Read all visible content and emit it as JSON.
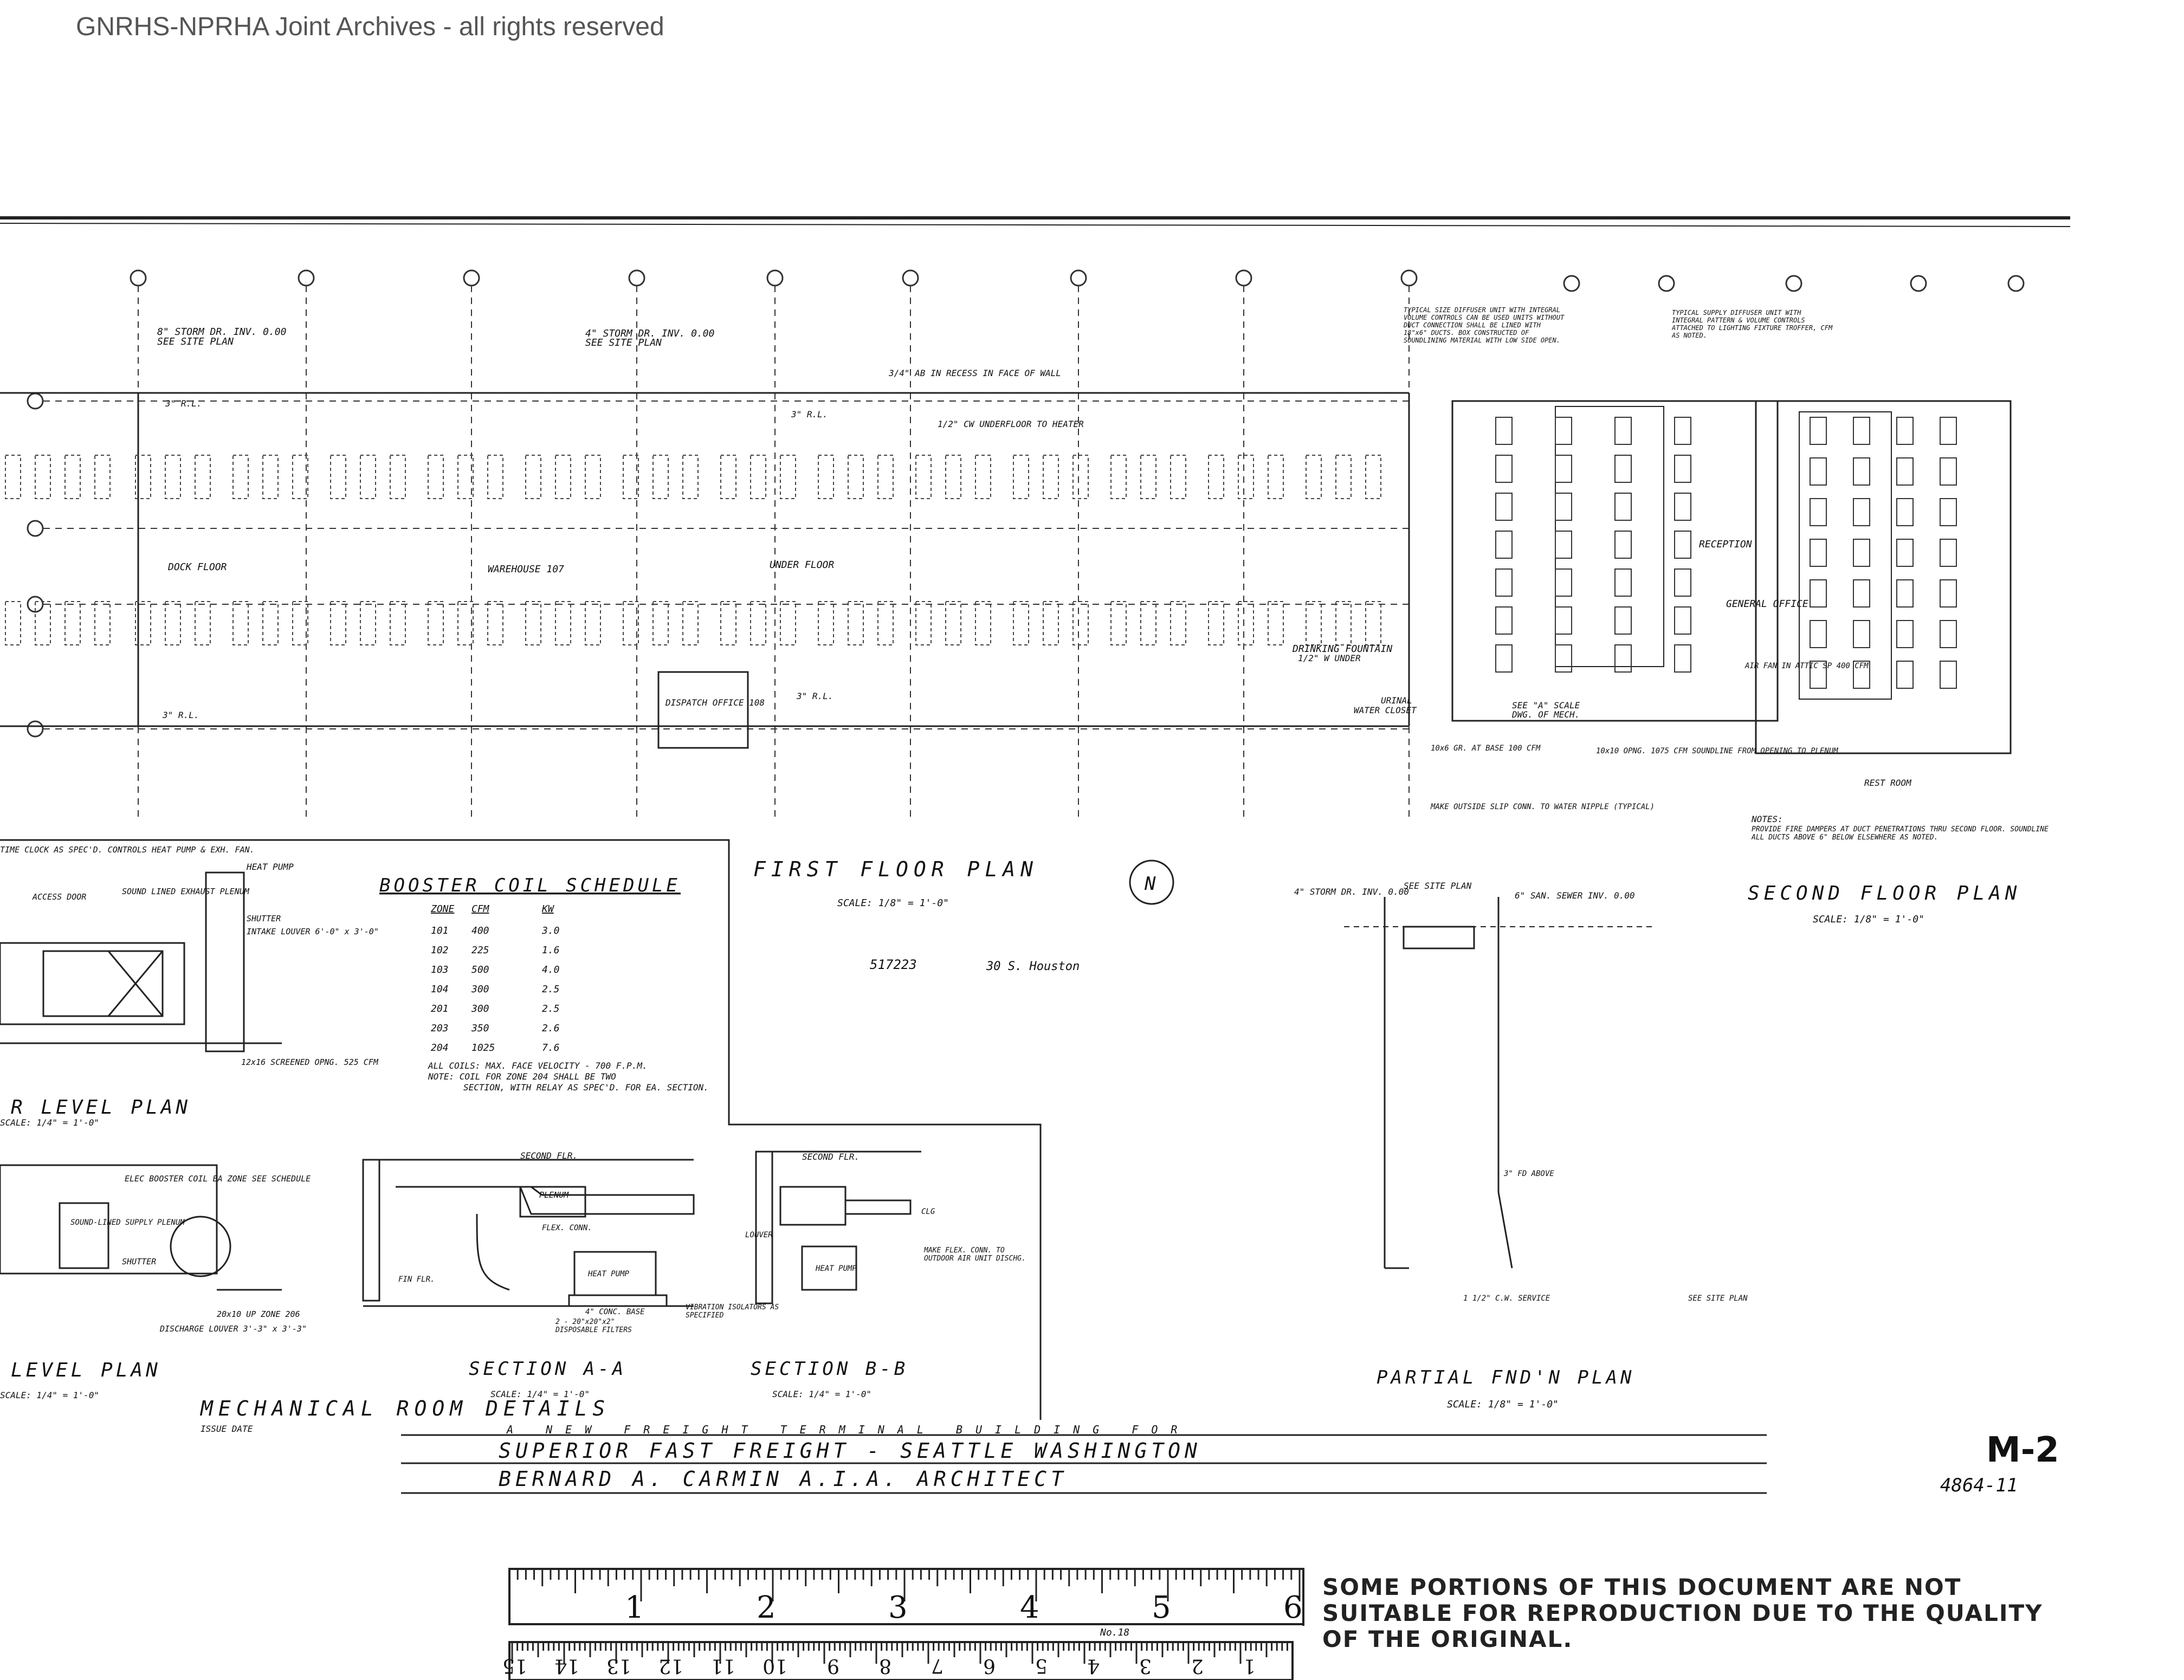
{
  "watermark": "GNRHS-NPRHA Joint Archives - all rights reserved",
  "first_floor": {
    "title": "FIRST FLOOR PLAN",
    "scale": "SCALE: 1/8\" = 1'-0\"",
    "storm_dr_1": "8\" STORM DR. INV. 0.00",
    "see_site_plan_1": "SEE SITE PLAN",
    "storm_dr_2": "4\" STORM DR. INV. 0.00",
    "see_site_plan_2": "SEE SITE PLAN",
    "recess": "3/4\" AB IN RECESS IN FACE OF WALL",
    "underfloor": "1/2\" CW UNDERFLOOR TO HEATER",
    "dock_floor": "DOCK FLOOR",
    "warehouse": "WAREHOUSE 107",
    "under_floor": "UNDER FLOOR",
    "dispatch": "DISPATCH OFFICE 108",
    "rl_1": "3\" R.L.",
    "rl_2": "3\" R.L.",
    "rl_3": "3\" R.L.",
    "rl_4": "3\" R.L.",
    "drinking_fountain": "DRINKING FOUNTAIN",
    "under": "1/2\" W UNDER",
    "urinal": "URINAL",
    "water_closet": "WATER CLOSET",
    "see_scale": "SEE \"A\" SCALE",
    "dwg_mech": "DWG. OF MECH.",
    "make_outside": "MAKE OUTSIDE SLIP CONN. TO WATER NIPPLE (TYPICAL)",
    "base_cfm": "10x6 GR. AT BASE 100 CFM",
    "opng": "10x10 OPNG. 1075 CFM SOUNDLINE FROM OPENING TO PLENUM",
    "diffuser_note": "TYPICAL SIZE DIFFUSER UNIT WITH INTEGRAL VOLUME CONTROLS CAN BE USED UNITS WITHOUT DUCT CONNECTION SHALL BE LINED WITH 18\"x6\" DUCTS. BOX CONSTRUCTED OF SOUNDLINING MATERIAL WITH LOW SIDE OPEN.",
    "drawn_note": "517223",
    "drawn_note_2": "30 S. Houston"
  },
  "second_floor": {
    "title": "SECOND FLOOR PLAN",
    "scale": "SCALE: 1/8\" = 1'-0\"",
    "supply_note": "TYPICAL SUPPLY DIFFUSER UNIT WITH INTEGRAL PATTERN & VOLUME CONTROLS ATTACHED TO LIGHTING FIXTURE TROFFER, CFM AS NOTED.",
    "reception": "RECEPTION",
    "general_office": "GENERAL OFFICE",
    "air_fan": "AIR FAN IN ATTIC SP 400 CFM",
    "rest_room": "REST ROOM",
    "notes_label": "NOTES:",
    "notes_text": "PROVIDE FIRE DAMPERS AT DUCT PENETRATIONS THRU SECOND FLOOR. SOUNDLINE ALL DUCTS ABOVE 6\" BELOW ELSEWHERE AS NOTED."
  },
  "partial_fndn": {
    "title": "PARTIAL FND'N PLAN",
    "scale": "SCALE: 1/8\" = 1'-0\"",
    "storm_dr": "4\" STORM DR. INV. 0.00",
    "see_site_plan": "SEE SITE PLAN",
    "san_sewer": "6\" SAN. SEWER INV. 0.00",
    "fd_above": "3\" FD ABOVE",
    "service": "1 1/2\" C.W. SERVICE",
    "see_site": "SEE SITE PLAN"
  },
  "booster": {
    "title": "BOOSTER COIL SCHEDULE",
    "headers": [
      "ZONE",
      "CFM",
      "KW"
    ],
    "rows": [
      [
        "101",
        "400",
        "3.0"
      ],
      [
        "102",
        "225",
        "1.6"
      ],
      [
        "103",
        "500",
        "4.0"
      ],
      [
        "104",
        "300",
        "2.5"
      ],
      [
        "201",
        "300",
        "2.5"
      ],
      [
        "203",
        "350",
        "2.6"
      ],
      [
        "204",
        "1025",
        "7.6"
      ]
    ],
    "note_1": "ALL COILS: MAX. FACE VELOCITY - 700 F.P.M.",
    "note_2": "NOTE: COIL FOR ZONE 204 SHALL BE TWO",
    "note_3": "SECTION, WITH RELAY AS SPEC'D. FOR EA. SECTION."
  },
  "mech_room": {
    "title": "MECHANICAL ROOM DETAILS",
    "upper_plan": "R LEVEL PLAN",
    "upper_scale": "SCALE: 1/4\" = 1'-0\"",
    "lower_plan": "LEVEL PLAN",
    "lower_scale": "SCALE: 1/4\" = 1'-0\"",
    "heat_pump": "HEAT PUMP",
    "sound_lined": "SOUND LINED EXHAUST PLENUM",
    "access_door": "ACCESS DOOR",
    "shutter": "SHUTTER",
    "intake": "INTAKE LOUVER 6'-0\" x 3'-0\"",
    "screened": "12x16 SCREENED OPNG. 525 CFM",
    "elec_booster": "ELEC BOOSTER COIL EA ZONE SEE SCHEDULE",
    "supply_plenum": "SOUND-LINED SUPPLY PLENUM",
    "discharge": "DISCHARGE LOUVER 3'-3\" x 3'-3\"",
    "zone_206": "20x10 UP ZONE 206",
    "clock": "TIME CLOCK AS SPEC'D. CONTROLS HEAT PUMP & EXH. FAN."
  },
  "section_aa": {
    "title": "SECTION A-A",
    "scale": "SCALE: 1/4\" = 1'-0\"",
    "second_flr": "SECOND FLR.",
    "plenum": "PLENUM",
    "flex": "FLEX. CONN.",
    "heat_pump": "HEAT PUMP",
    "conc_base": "4\" CONC. BASE",
    "filters": "2 - 20\"x20\"x2\" DISPOSABLE FILTERS",
    "fin_flr": "FIN FLR."
  },
  "section_bb": {
    "title": "SECTION B-B",
    "scale": "SCALE: 1/4\" = 1'-0\"",
    "second_flr": "SECOND FLR.",
    "louver": "LOUVER",
    "heat_pump": "HEAT PUMP",
    "clg": "CLG",
    "flex_note": "MAKE FLEX. CONN. TO OUTDOOR AIR UNIT DISCHG.",
    "vibration": "VIBRATION ISOLATORS AS SPECIFIED"
  },
  "title_block": {
    "line_1": "A NEW FREIGHT TERMINAL BUILDING FOR",
    "line_2": "SUPERIOR FAST FREIGHT - SEATTLE WASHINGTON",
    "line_3": "BERNARD A. CARMIN A.I.A. ARCHITECT",
    "issue": "ISSUE DATE",
    "sheet": "M-2",
    "job": "4864-11"
  },
  "ruler": {
    "inches": [
      "1",
      "2",
      "3",
      "4",
      "5",
      "6"
    ],
    "cm": [
      "1",
      "2",
      "3",
      "4",
      "5",
      "6",
      "7",
      "8",
      "9",
      "10",
      "11",
      "12",
      "13",
      "14",
      "15"
    ],
    "brand": "No.18"
  },
  "notice": "SOME PORTIONS OF THIS DOCUMENT ARE NOT SUITABLE FOR REPRODUCTION DUE TO THE QUALITY OF THE ORIGINAL."
}
